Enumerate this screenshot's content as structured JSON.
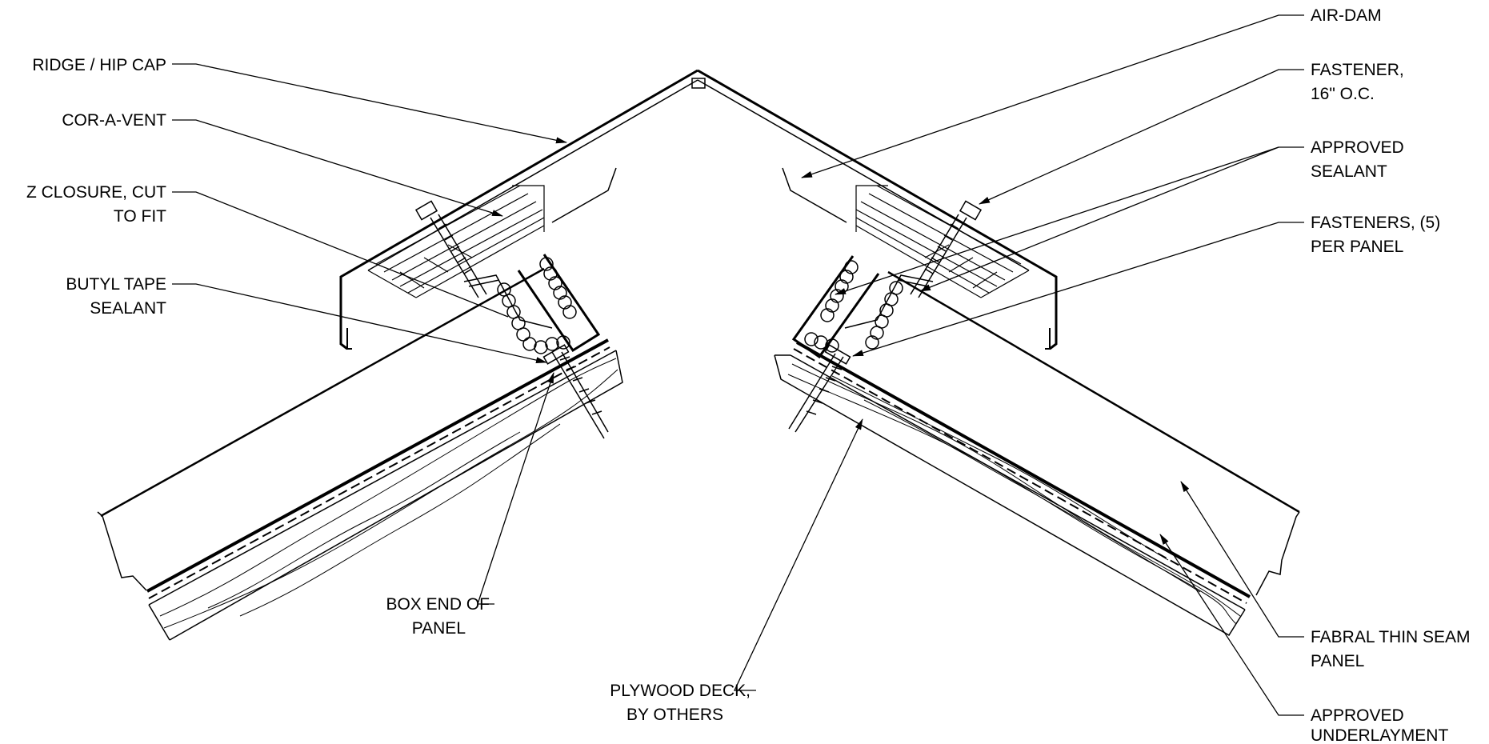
{
  "labels": {
    "ridge_hip_cap": "RIDGE / HIP CAP",
    "cor_a_vent": "COR-A-VENT",
    "z_closure_line1": "Z CLOSURE, CUT",
    "z_closure_line2": "TO FIT",
    "butyl_line1": "BUTYL TAPE",
    "butyl_line2": "SEALANT",
    "box_end_line1": "BOX END OF",
    "box_end_line2": "PANEL",
    "plywood_line1": "PLYWOOD DECK,",
    "plywood_line2": "BY OTHERS",
    "air_dam": "AIR-DAM",
    "fastener_line1": "FASTENER,",
    "fastener_line2": "16\" O.C.",
    "sealant_line1": "APPROVED",
    "sealant_line2": "SEALANT",
    "fasteners5_line1": "FASTENERS, (5)",
    "fasteners5_line2": "PER PANEL",
    "fabral_line1": "FABRAL THIN SEAM",
    "fabral_line2": "PANEL",
    "underlay_line1": "APPROVED",
    "underlay_line2": "UNDERLAYMENT"
  }
}
